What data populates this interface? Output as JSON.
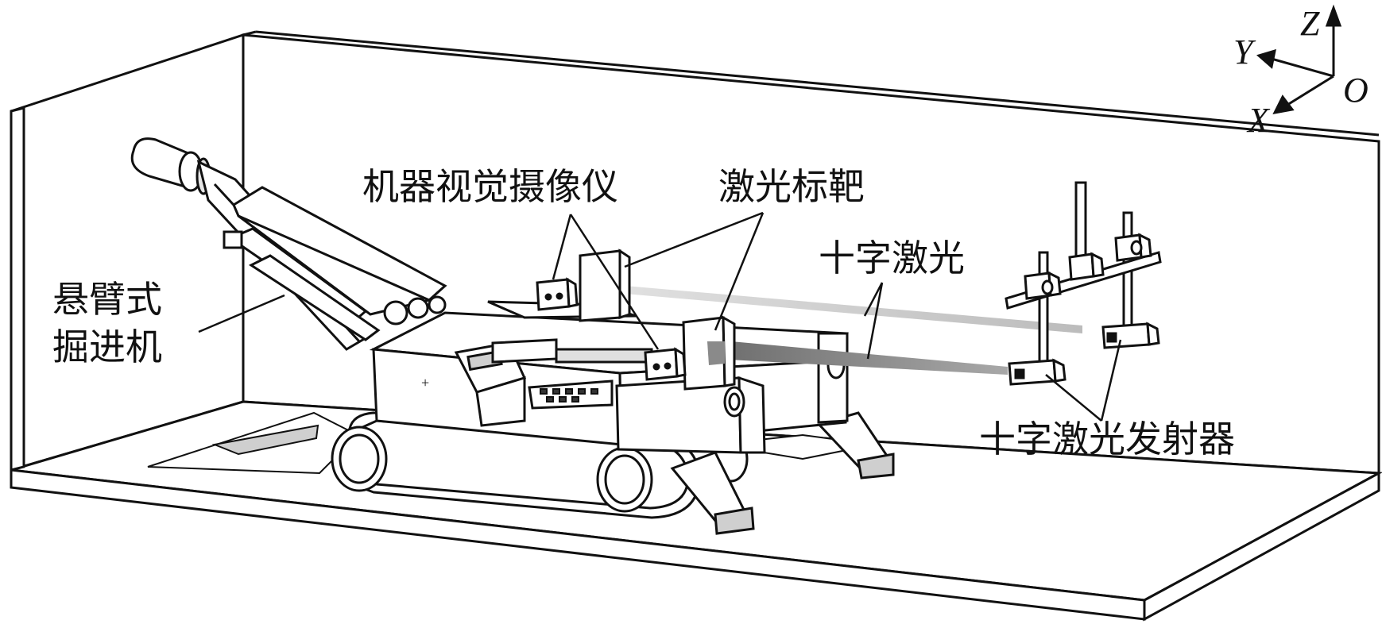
{
  "labels": {
    "roadheader_line1": "悬臂式",
    "roadheader_line2": "掘进机",
    "camera": "机器视觉摄像仪",
    "target": "激光标靶",
    "cross_laser": "十字激光",
    "emitter": "十字激光发射器"
  },
  "axes": {
    "z": "Z",
    "y": "Y",
    "x": "X",
    "o": "O"
  },
  "colors": {
    "line": "#111111",
    "laser_light": "#d4d4d4",
    "laser_dark": "#7a7a7a",
    "machine_fill": "#ffffff",
    "shade": "#bdbdbd"
  }
}
